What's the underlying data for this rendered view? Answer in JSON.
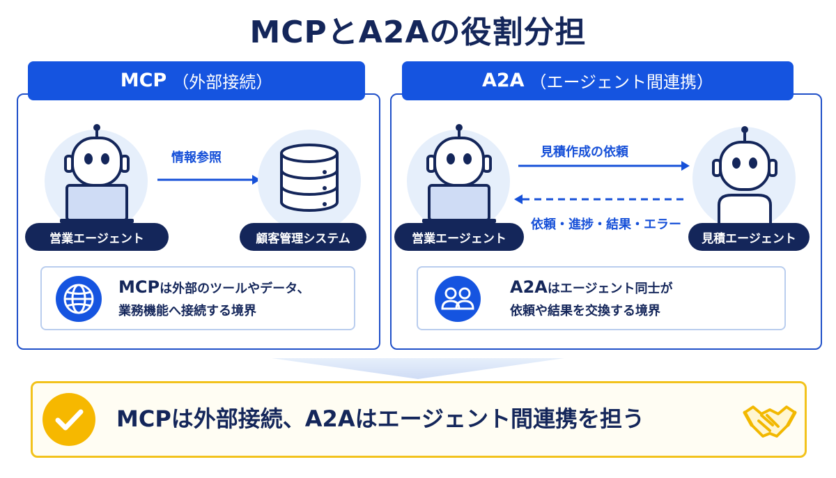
{
  "title": "MCPとA2Aの役割分担",
  "mcp": {
    "banner_main": "MCP",
    "banner_sub": "（外部接続）",
    "agent_label": "営業エージェント",
    "system_label": "顧客管理システム",
    "arrow_label": "情報参照",
    "info_line1_lead": "MCP",
    "info_line1_rest": "は外部のツールやデータ、",
    "info_line2": "業務機能へ接続する境界",
    "info_icon": "globe-icon"
  },
  "a2a": {
    "banner_main": "A2A",
    "banner_sub": "（エージェント間連携）",
    "agent_label": "営業エージェント",
    "estimate_label": "見積エージェント",
    "request_label": "見積作成の依頼",
    "response_label": "依頼・進捗・結果・エラー",
    "info_line1_lead": "A2A",
    "info_line1_rest": "はエージェント同士が",
    "info_line2": "依頼や結果を交換する境界",
    "info_icon": "users-icon"
  },
  "summary": {
    "text": "MCPは外部接続、A2Aはエージェント間連携を担う",
    "check_icon": "check-icon",
    "handshake_icon": "handshake-icon"
  },
  "colors": {
    "navy": "#14265a",
    "blue": "#1554e0",
    "light_blue": "#e6effb",
    "gold": "#f6b800"
  }
}
